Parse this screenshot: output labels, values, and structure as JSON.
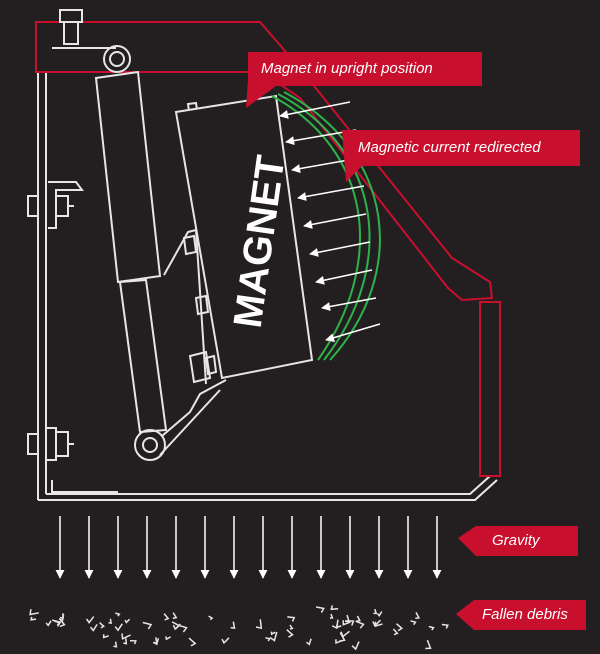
{
  "diagram": {
    "magnet_text": "MAGNET",
    "labels": {
      "upright": "Magnet in upright position",
      "redirected": "Magnetic current redirected",
      "gravity": "Gravity",
      "debris": "Fallen debris"
    }
  },
  "colors": {
    "background": "#231f20",
    "line": "#e6e6e6",
    "accent_red": "#c8102e",
    "field_green": "#2db34a"
  },
  "icons": [
    "field-arrow-icon",
    "gravity-arrow-icon",
    "debris-fragment-icon",
    "bolt-icon"
  ]
}
